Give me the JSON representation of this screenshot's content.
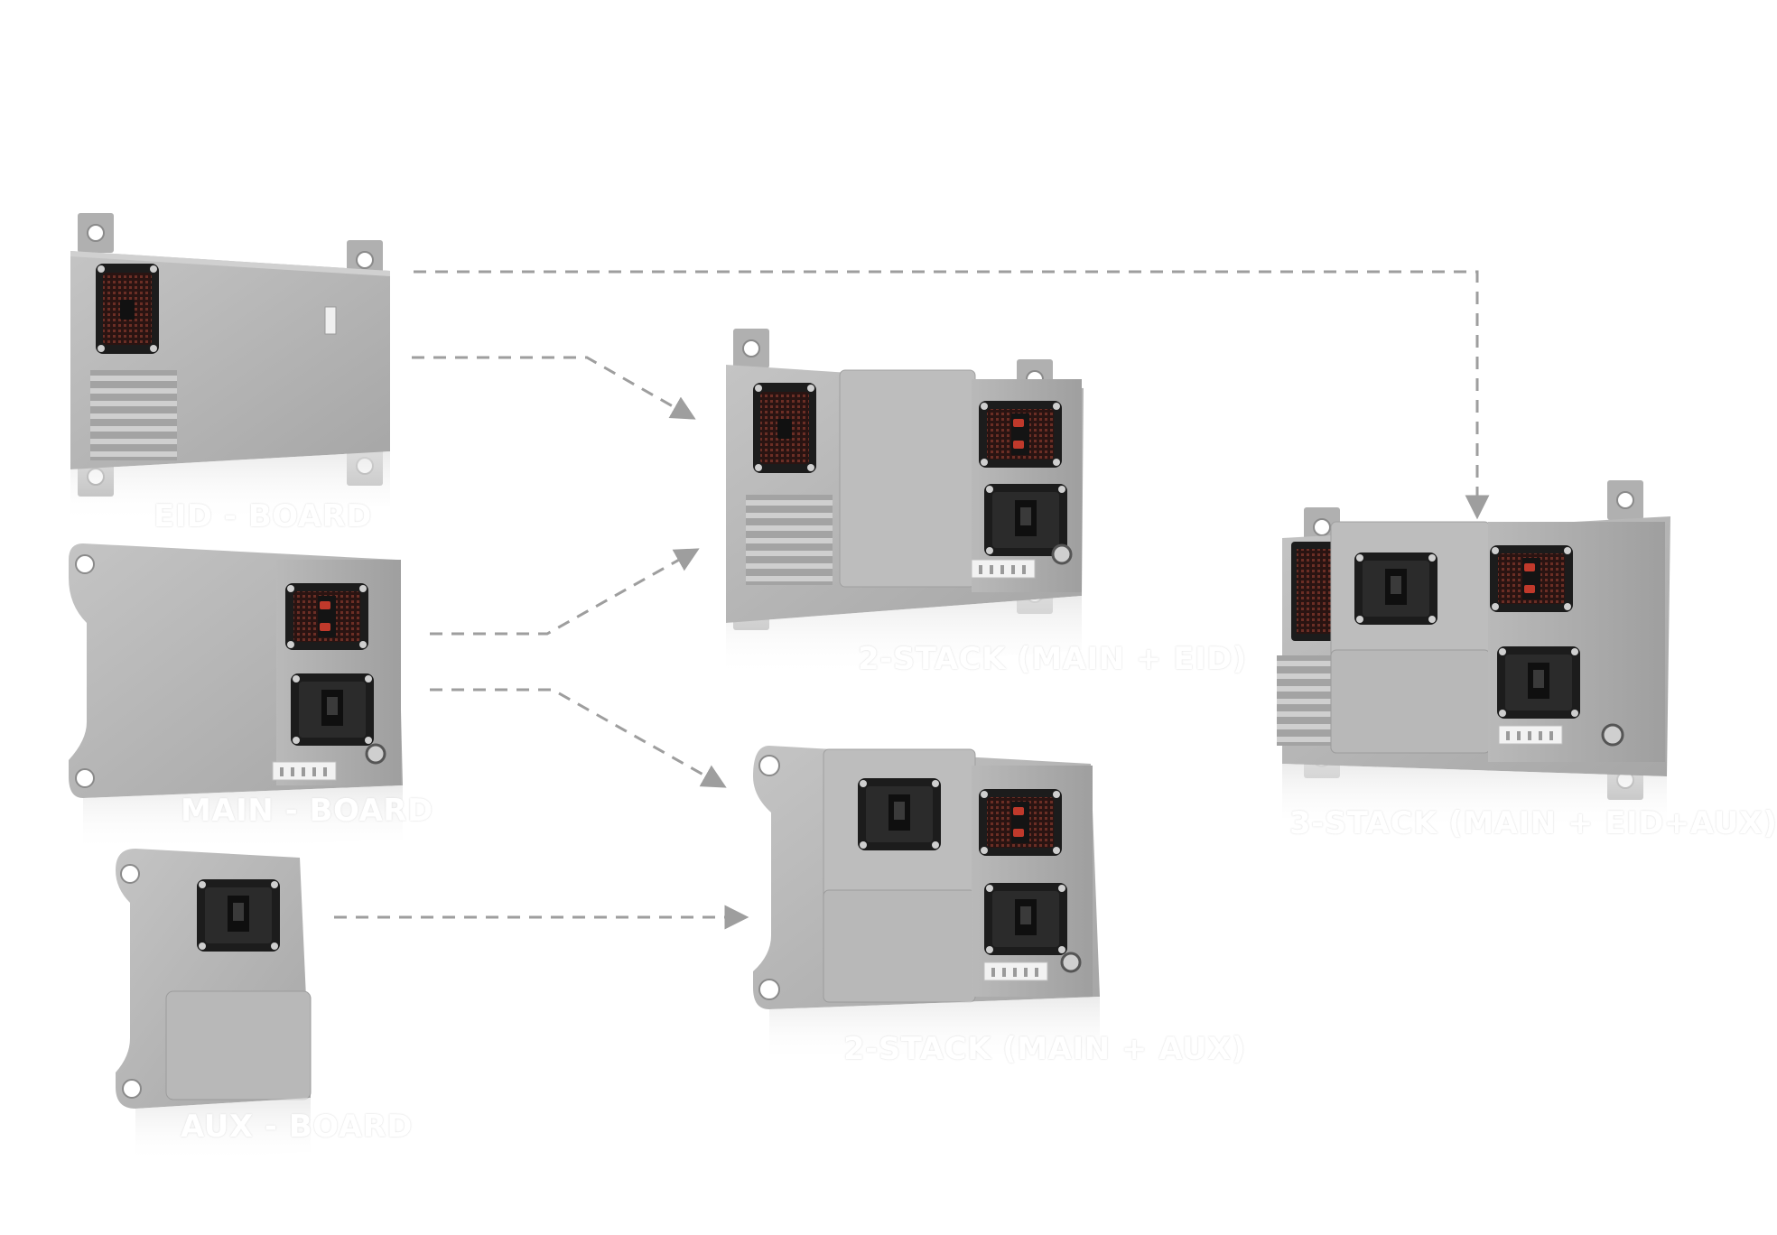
{
  "labels": {
    "eid_board": "EID - BOARD",
    "main_board": "MAIN - BOARD",
    "aux_board": "AUX - BOARD",
    "two_stack_main_eid": "2-STACK (MAIN + EID)",
    "two_stack_main_aux": "2-STACK (MAIN + AUX)",
    "three_stack": "3-STACK (MAIN + EID+AUX)"
  },
  "colors": {
    "housing": "#b3b3b3",
    "housing_dark": "#9a9a9a",
    "connector": "#1c1c1c",
    "connector_pins": "#5a2a22",
    "latch": "#c0392b",
    "arrow": "#9e9e9e"
  },
  "icons": [
    "arrow-head-icon"
  ]
}
